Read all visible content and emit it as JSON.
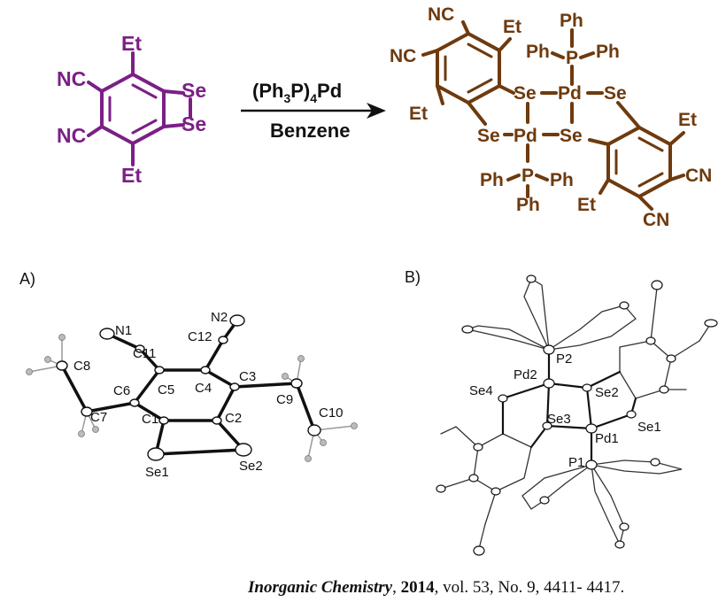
{
  "colors": {
    "reactant": "#7b1f86",
    "product": "#6e3a0e",
    "ink": "#111111"
  },
  "reaction": {
    "reagent_parts": [
      "(Ph",
      "3",
      "P)",
      "4",
      "Pd"
    ],
    "solvent": "Benzene"
  },
  "reactant_labels": {
    "et_top": "Et",
    "et_bottom": "Et",
    "nc_top": "NC",
    "nc_bottom": "NC",
    "se_top": "Se",
    "se_bottom": "Se"
  },
  "product_labels": {
    "nc_top": "NC",
    "nc_left": "NC",
    "et_top": "Et",
    "et_left": "Et",
    "ph_top": "Ph",
    "ph_left_top": "Ph",
    "ph_right_top": "Ph",
    "p_top": "P",
    "se_a": "Se",
    "pd_a": "Pd",
    "se_b": "Se",
    "se_c": "Se",
    "pd_b": "Pd",
    "se_d": "Se",
    "p_bottom": "P",
    "ph_left_bottom": "Ph",
    "ph_right_bottom": "Ph",
    "ph_bottom": "Ph",
    "et_right": "Et",
    "cn_right": "CN",
    "et_bottom": "Et",
    "cn_bottom": "CN"
  },
  "panel_a": {
    "label": "A)",
    "atoms": [
      "N1",
      "N2",
      "C11",
      "C12",
      "C8",
      "C5",
      "C4",
      "C3",
      "C6",
      "C9",
      "C7",
      "C1",
      "C2",
      "C10",
      "Se1",
      "Se2"
    ]
  },
  "panel_b": {
    "label": "B)",
    "atoms": [
      "P2",
      "Pd2",
      "Se2",
      "Se4",
      "Se3",
      "Pd1",
      "Se1",
      "P1"
    ]
  },
  "citation": {
    "journal": "Inorganic Chemistry",
    "sep1": ", ",
    "year": "2014",
    "rest": ", vol. 53, No. 9, 4411- 4417."
  }
}
